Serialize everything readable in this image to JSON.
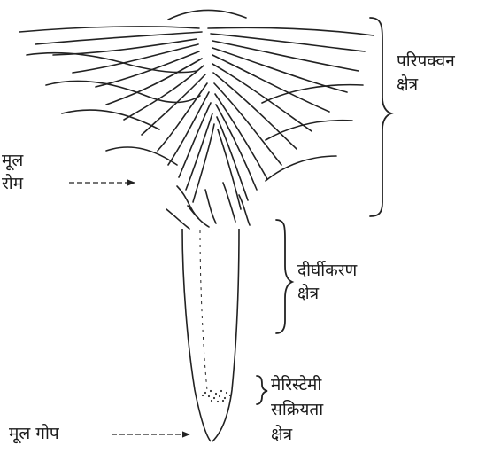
{
  "labels": {
    "maturation_zone": [
      "परिपक्वन",
      "क्षेत्र"
    ],
    "root_hair": [
      "मूल",
      "रोम"
    ],
    "elongation_zone": [
      "दीर्घीकरण",
      "क्षेत्र"
    ],
    "meristematic_zone": [
      "मेरिस्टेमी",
      "सक्रियता",
      "क्षेत्र"
    ],
    "root_cap": "मूल गोप"
  },
  "colors": {
    "line": "#222222",
    "background": "#ffffff"
  }
}
